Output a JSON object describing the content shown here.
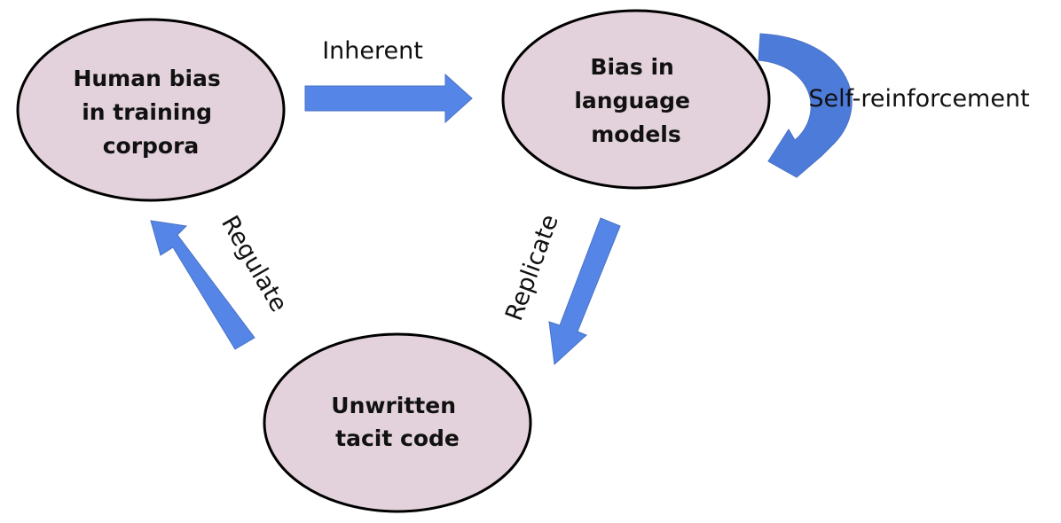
{
  "colors": {
    "node_fill": "#e3d2db",
    "node_stroke": "#000000",
    "arrow_fill": "#5585e6",
    "arrow_stroke": "#4a72c4",
    "curved_arrow_fill": "#4d7bd9"
  },
  "nodes": {
    "human_bias": {
      "lines": [
        "Human bias",
        "in training",
        "corpora"
      ]
    },
    "bias_lm": {
      "lines": [
        "Bias in",
        "language",
        "models"
      ]
    },
    "unwritten_code": {
      "lines": [
        "Unwritten",
        "tacit code"
      ]
    }
  },
  "edges": {
    "inherent": {
      "label": "Inherent"
    },
    "self_reinforcement": {
      "label": "Self-reinforcement"
    },
    "replicate": {
      "label": "Replicate"
    },
    "regulate": {
      "label": "Regulate"
    }
  }
}
